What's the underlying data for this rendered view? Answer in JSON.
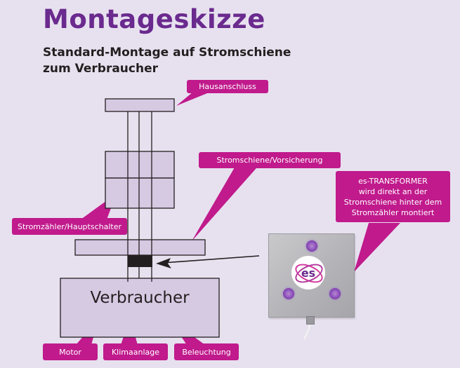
{
  "header": {
    "title": "Montageskizze",
    "subtitle_line1": "Standard-Montage auf Stromschiene",
    "subtitle_line2": "zum Verbraucher"
  },
  "diagram": {
    "consumer_label": "Verbraucher",
    "device_logo_text": "es",
    "callouts": {
      "hausanschluss": "Hausanschluss",
      "stromschiene": "Stromschiene/Vorsicherung",
      "stromzaehler": "Stromzähler/Hauptschalter",
      "transformer_lines": [
        "es-TRANSFORMER",
        "wird direkt an der",
        "Stromschiene hinter dem",
        "Stromzähler montiert"
      ],
      "motor": "Motor",
      "klimaanlage": "Klimaanlage",
      "beleuchtung": "Beleuchtung"
    }
  },
  "colors": {
    "background": "#e7e1ef",
    "title": "#6a2a8e",
    "callout": "#c01a8c",
    "box_fill": "#d6c9e2",
    "line": "#231f20"
  }
}
